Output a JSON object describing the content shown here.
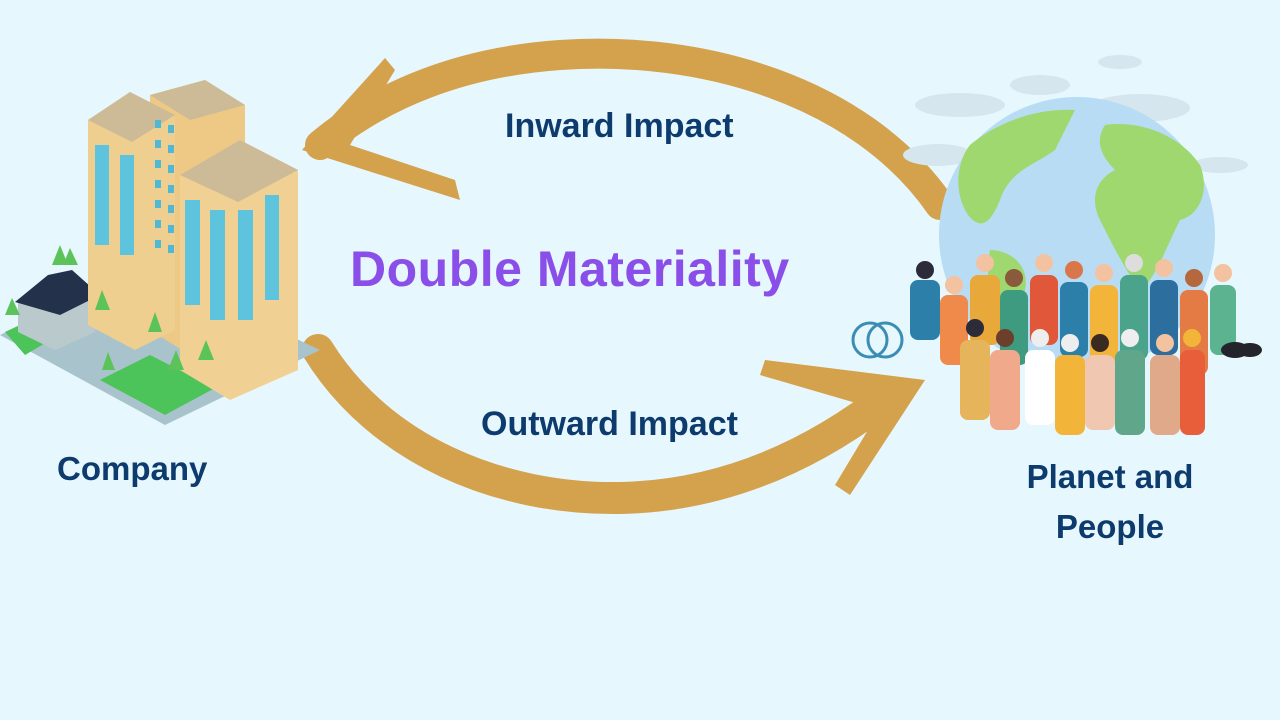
{
  "diagram": {
    "title": "Double Materiality",
    "arrows": {
      "inward": {
        "label": "Inward Impact",
        "direction": "planet-to-company"
      },
      "outward": {
        "label": "Outward Impact",
        "direction": "company-to-planet"
      }
    },
    "nodes": {
      "company": {
        "label": "Company",
        "icon": "office-building-icon"
      },
      "planet": {
        "label_line1": "Planet and",
        "label_line2": "People",
        "icon": "globe-with-people-icon"
      }
    },
    "colors": {
      "background": "#e6f7fd",
      "arrow": "#d4a24c",
      "title": "#8a4fe8",
      "label": "#0d3b6e"
    }
  }
}
